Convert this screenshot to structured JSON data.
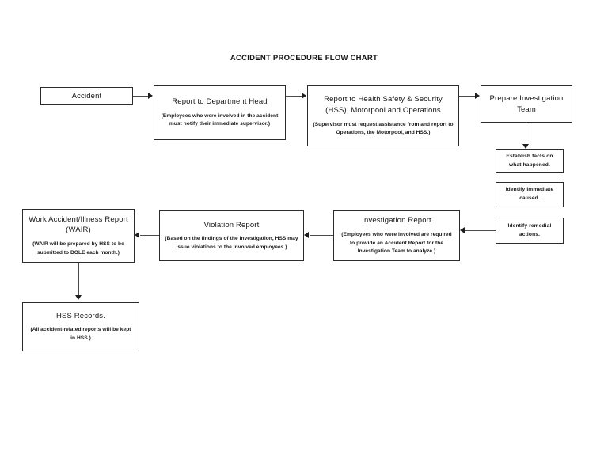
{
  "page": {
    "title": "ACCIDENT PROCEDURE FLOW CHART",
    "background_color": "#ffffff",
    "box_border_color": "#2b2b2b",
    "connector_color": "#4b4b4b",
    "text_color": "#161616"
  },
  "nodes": {
    "accident": {
      "title": "Accident",
      "note": ""
    },
    "report_department_head": {
      "title": "Report to Department Head",
      "note": "(Employees who were involved in the accident must notify their immediate supervisor.)"
    },
    "report_hss": {
      "title": "Report to Health Safety & Security (HSS), Motorpool and Operations",
      "note": "(Supervisor must request assistance from and report to Operations, the Motorpool, and HSS.)"
    },
    "prepare_investigation_team": {
      "title": "Prepare Investigation Team",
      "note": ""
    },
    "establish_facts": {
      "title": "Establish facts on what happened.",
      "note": ""
    },
    "identify_immediate_cause": {
      "title": "Identify immediate caused.",
      "note": ""
    },
    "identify_remedial_actions": {
      "title": "Identify remedial actions.",
      "note": ""
    },
    "investigation_report": {
      "title": "Investigation Report",
      "note": "(Employees who were involved are required to provide an Accident Report for the Investigation Team to analyze.)"
    },
    "violation_report": {
      "title": "Violation Report",
      "note": "(Based on the findings of the investigation, HSS may issue violations to the involved employees.)"
    },
    "wair": {
      "title": "Work Accident/Illness Report (WAIR)",
      "note": "(WAIR will be prepared by HSS to be submitted to DOLE each month.)"
    },
    "hss_records": {
      "title": "HSS Records.",
      "note": "(All accident-related reports will be kept in HSS.)"
    }
  }
}
